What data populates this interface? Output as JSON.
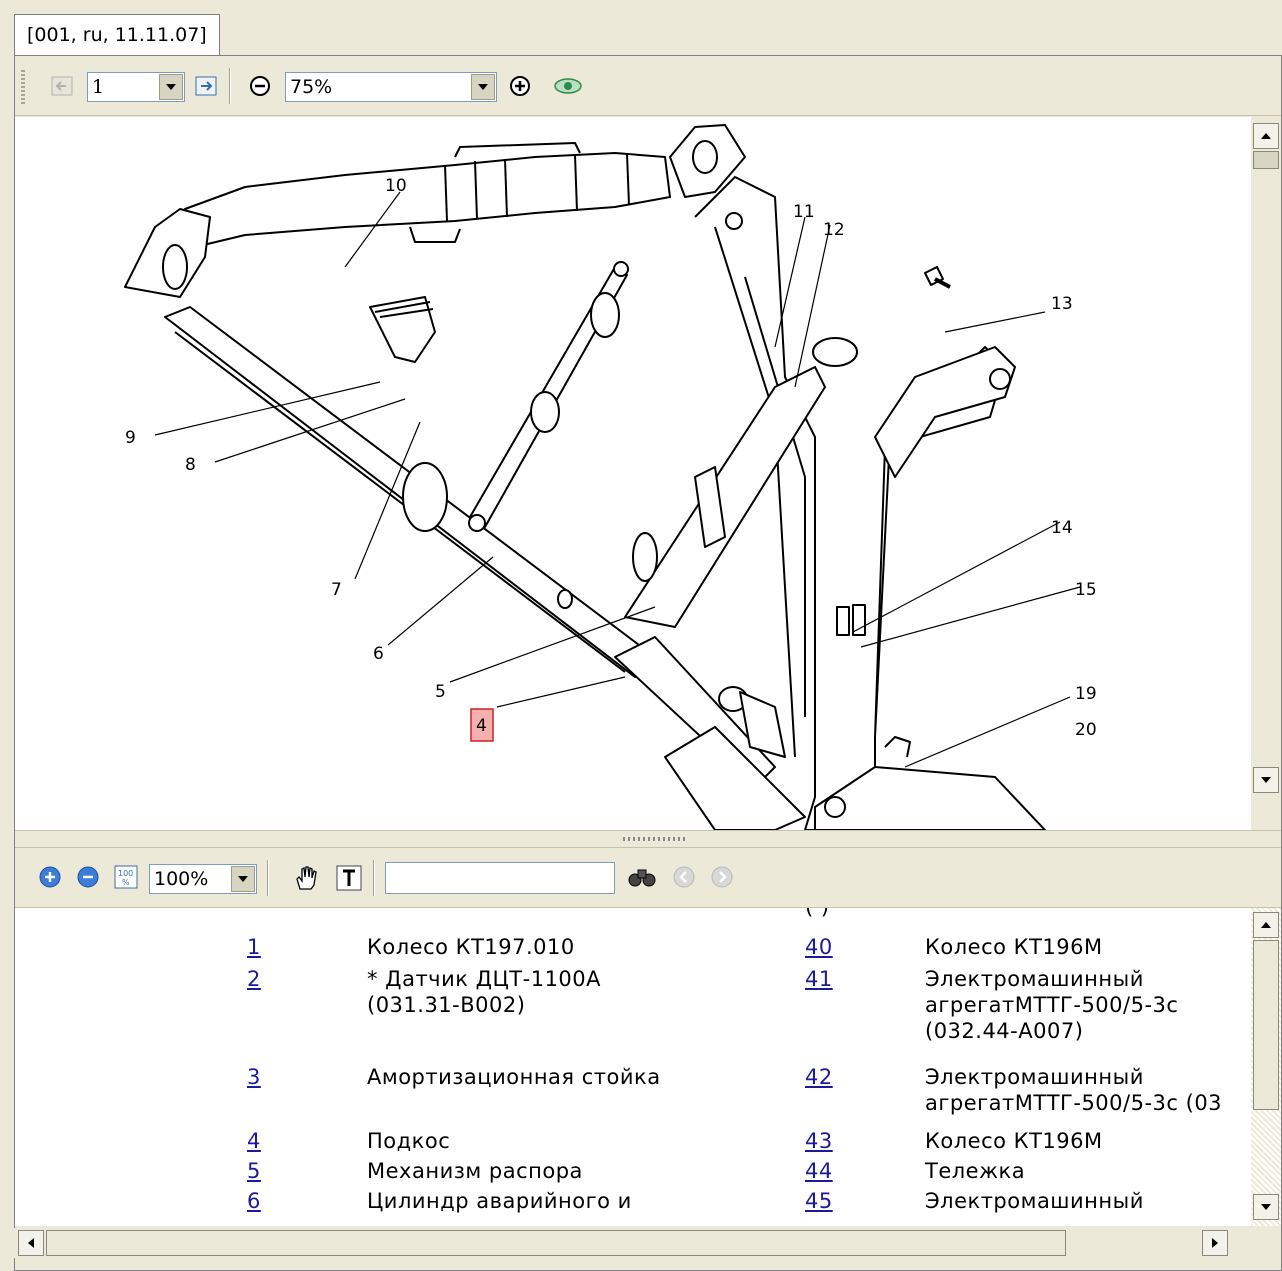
{
  "tab": {
    "label": "[001, ru, 11.11.07]"
  },
  "viewer_toolbar": {
    "page_value": "1",
    "zoom_value": "75%"
  },
  "diagram": {
    "callouts": [
      "10",
      "11",
      "12",
      "13",
      "9",
      "8",
      "7",
      "6",
      "5",
      "4",
      "14",
      "15",
      "19",
      "20"
    ],
    "highlighted_callout": "4",
    "highlight_color": "#f6b0b0"
  },
  "list_toolbar": {
    "zoom_value": "100%",
    "search_value": ""
  },
  "parts_list": {
    "top_fragment": "(                )",
    "left": [
      {
        "num": "1",
        "text": [
          "Колесо КТ197.010"
        ]
      },
      {
        "num": "2",
        "text": [
          "* Датчик ДЦТ-1100А",
          "(031.31-В002)"
        ]
      },
      {
        "num": "3",
        "text": [
          "Амортизационная стойка"
        ]
      },
      {
        "num": "4",
        "text": [
          "Подкос"
        ]
      },
      {
        "num": "5",
        "text": [
          "Механизм распора"
        ]
      },
      {
        "num": "6",
        "text": [
          "Цилиндр аварийного и"
        ]
      }
    ],
    "right": [
      {
        "num": "40",
        "text": [
          "Колесо КТ196М"
        ]
      },
      {
        "num": "41",
        "text": [
          "Электромашинный",
          "агрегатМТТГ-500/5-3с",
          "(032.44-А007)"
        ]
      },
      {
        "num": "42",
        "text": [
          "Электромашинный",
          "агрегатМТТГ-500/5-3с  (03"
        ]
      },
      {
        "num": "43",
        "text": [
          "Колесо КТ196М"
        ]
      },
      {
        "num": "44",
        "text": [
          "Тележка"
        ]
      },
      {
        "num": "45",
        "text": [
          "Электромашинный"
        ]
      }
    ]
  }
}
